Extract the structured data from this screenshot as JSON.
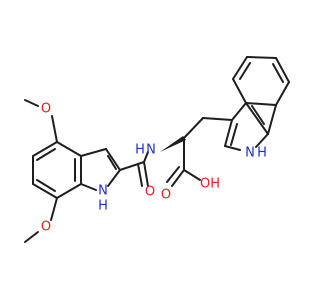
{
  "molecule": {
    "atoms": [
      {
        "id": "o_methoxy_top",
        "element": "O",
        "label": "O"
      },
      {
        "id": "o_methoxy_bot",
        "element": "O",
        "label": "O"
      },
      {
        "id": "n_indole1",
        "element": "N",
        "label": "N"
      },
      {
        "id": "h_indole1",
        "element": "H",
        "label": "H"
      },
      {
        "id": "o_amide",
        "element": "O",
        "label": "O"
      },
      {
        "id": "n_amide",
        "element": "N",
        "label": "N"
      },
      {
        "id": "h_amide",
        "element": "H",
        "label": "H"
      },
      {
        "id": "o_acid",
        "element": "O",
        "label": "O"
      },
      {
        "id": "oh_acid",
        "element": "O",
        "label": "OH"
      },
      {
        "id": "n_indole2",
        "element": "N",
        "label": "N"
      },
      {
        "id": "h_indole2",
        "element": "H",
        "label": "H"
      }
    ],
    "colors": {
      "bond": "#1e1e1e",
      "oxygen": "#e02020",
      "nitrogen": "#2030d0"
    }
  }
}
